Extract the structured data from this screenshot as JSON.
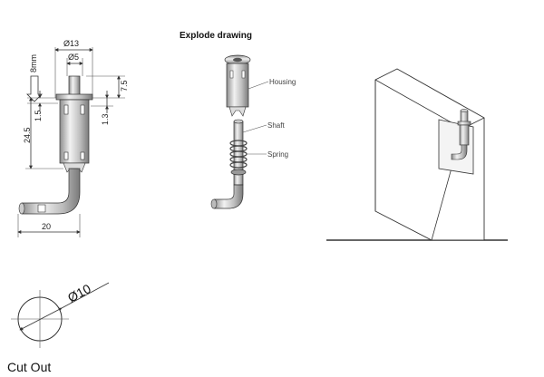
{
  "dimensions": {
    "d13": "Ø13",
    "d5": "Ø5",
    "stroke": "8mm",
    "h7_5": "7.5",
    "h1_5": "1.5",
    "h1_3": "1.3",
    "h24_5": "24.5",
    "w20": "20"
  },
  "explode": {
    "title": "Explode drawing",
    "housing": "Housing",
    "shaft": "Shaft",
    "spring": "Spring"
  },
  "cutout": {
    "diameter": "Ø10",
    "label": "Cut Out"
  },
  "colors": {
    "line": "#333333",
    "metal_light": "#e6e6e6",
    "metal_dark": "#9a9a9a"
  }
}
